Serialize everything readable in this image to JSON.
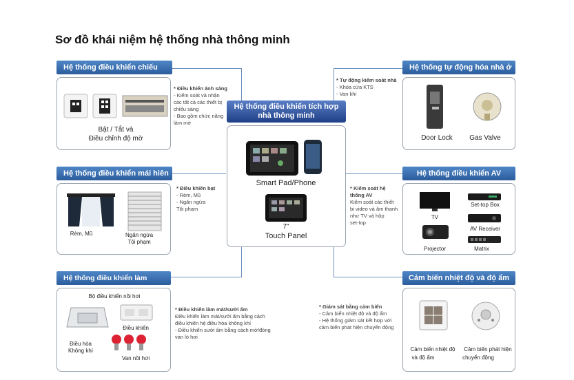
{
  "title": "Sơ đồ khái niệm hệ thống nhà thông minh",
  "center": {
    "header_line1": "Hệ thống điều khiển tích hợp",
    "header_line2": "nhà thông minh",
    "pad_label": "Smart Pad/Phone",
    "panel_size": "7\"",
    "panel_label": "Touch Panel"
  },
  "lighting": {
    "header": "Hệ thống điều khiển chiếu sáng",
    "caption_line1": "Bật / Tắt và",
    "caption_line2": "Điều chỉnh độ mờ",
    "note": [
      "* Điều khiển ánh sáng",
      "- Kiểm soát và nhận",
      "các tất cả các thiết bị",
      "chiếu sáng",
      "- Bao gồm chức năng",
      "làm mờ"
    ]
  },
  "automation": {
    "header": "Hệ thống tự động hóa nhà ở",
    "door_lock": "Door Lock",
    "gas_valve": "Gas Valve",
    "note": [
      "* Tự động kiểm soát nhà",
      "- Khóa cửa KTS",
      "- Van khí"
    ]
  },
  "curtain": {
    "header": "Hệ thống điều khiển mái hiên",
    "curtain_label": "Rèm, Mũ",
    "blinds_line1": "Ngăn ngừa",
    "blinds_line2": "Tội phạm",
    "note": [
      "* Điều khiển bạt",
      "- Rèm, Mũ",
      "- Ngăn ngừa",
      "  Tội phạm"
    ]
  },
  "av": {
    "header": "Hệ thống điều khiển AV",
    "tv": "TV",
    "settop": "Set-top Box",
    "receiver": "AV Receiver",
    "projector": "Projector",
    "matrix": "Matrix",
    "note": [
      "* Kiểm soát hệ",
      "thống AV",
      "Kiểm soát các thiết",
      "bị video và âm thanh",
      "như TV và hộp",
      "set-top"
    ]
  },
  "hvac": {
    "header": "Hệ thống điều khiển làm mát/sưởi ấm",
    "boiler_label": "Bộ điều khiển nồi hơi",
    "ac_line1": "Điều hòa",
    "ac_line2": "Không khí",
    "controller": "Điều khiển",
    "valve": "Van nồi hơi",
    "note": [
      "* Điều khiển làm mát/sưởi ấm",
      "  Điều khiển làm mát/sưởi ấm bằng cách",
      "điều khiển hệ điều hòa không khí",
      "- Điều khiển sưởi ấm bằng cách mở/đóng",
      "van lò hơi"
    ]
  },
  "sensor": {
    "header": "Cảm biến nhiệt độ và độ ẩm",
    "sensor1_line1": "Cảm biến nhiệt độ",
    "sensor1_line2": "và độ ẩm",
    "sensor2_line1": "Cảm biến phát hiện",
    "sensor2_line2": "chuyển động",
    "note": [
      "* Giám sát bằng cảm biến",
      "- Cảm biến nhiệt độ và độ ẩm",
      "- Hệ thống giám sát kết hợp với",
      "cảm biến phát hiện chuyển động"
    ]
  },
  "colors": {
    "header_blue": "#2b5d9c",
    "line_blue": "#6b8fc0",
    "box_border": "#9aa3ad"
  }
}
